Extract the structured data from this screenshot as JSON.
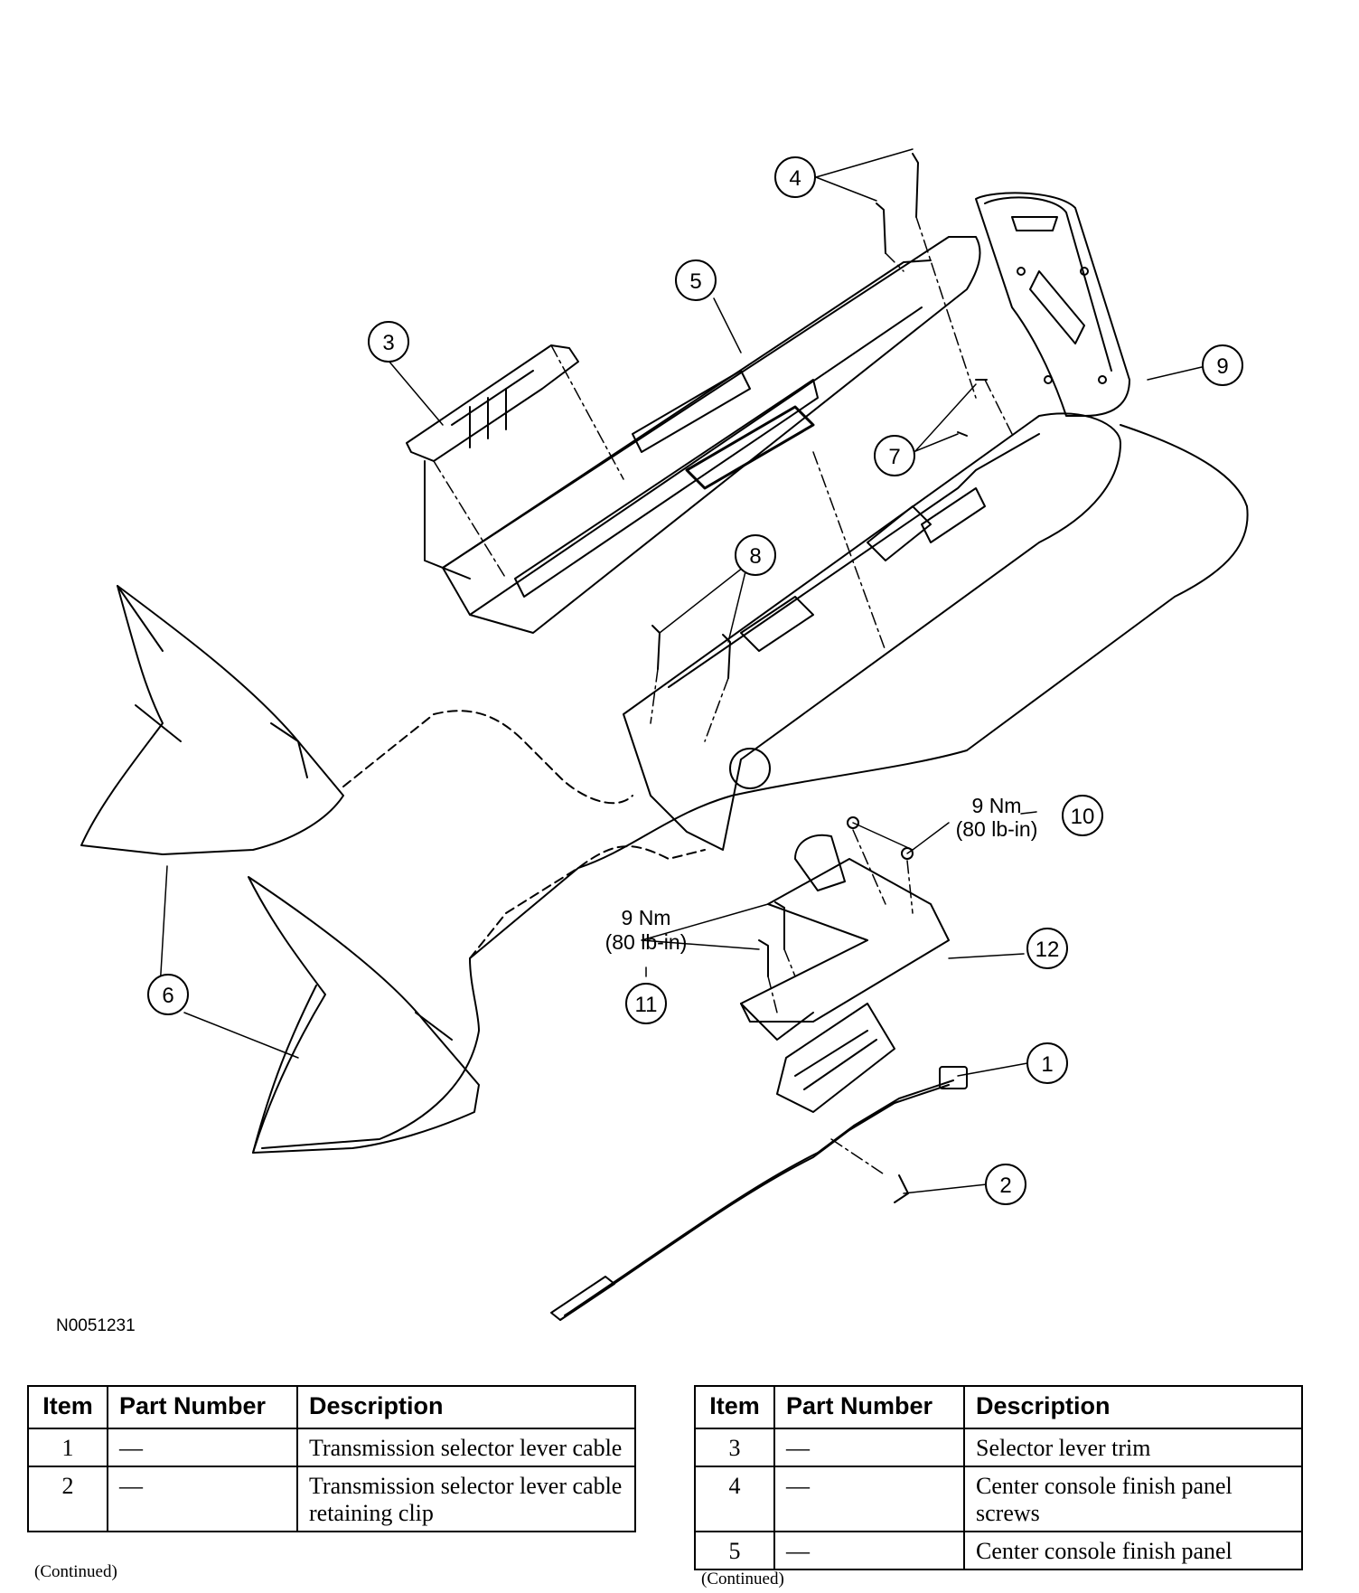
{
  "figure_id": "N0051231",
  "callouts": {
    "c1": "1",
    "c2": "2",
    "c3": "3",
    "c4": "4",
    "c5": "5",
    "c6": "6",
    "c7": "7",
    "c8": "8",
    "c9": "9",
    "c10": "10",
    "c11": "11",
    "c12": "12"
  },
  "torque": {
    "t10": {
      "nm": "9 Nm",
      "lbin": "(80 lb-in)"
    },
    "t11": {
      "nm": "9 Nm",
      "lbin": "(80 lb-in)"
    }
  },
  "tables": {
    "headers": {
      "item": "Item",
      "part_number": "Part Number",
      "description": "Description"
    },
    "left": {
      "rows": [
        {
          "item": "1",
          "part_number": "—",
          "description": "Transmission selector lever cable"
        },
        {
          "item": "2",
          "part_number": "—",
          "description": "Transmission selector lever cable retaining clip"
        }
      ],
      "continued": "(Continued)"
    },
    "right": {
      "rows": [
        {
          "item": "3",
          "part_number": "—",
          "description": "Selector lever trim"
        },
        {
          "item": "4",
          "part_number": "—",
          "description": "Center console finish panel screws"
        },
        {
          "item": "5",
          "part_number": "—",
          "description": "Center console finish panel"
        }
      ],
      "continued": "(Continued)"
    }
  }
}
